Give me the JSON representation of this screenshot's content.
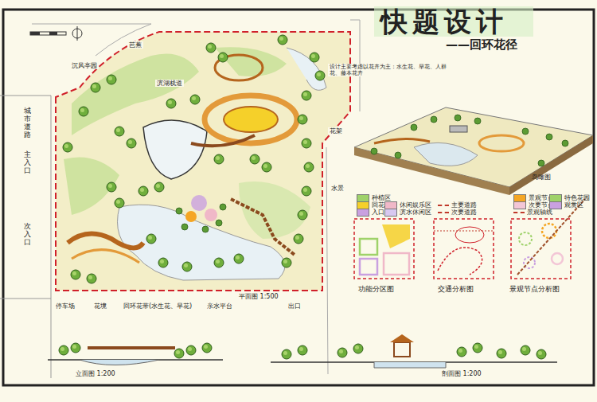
{
  "diagram": {
    "title": "快题设计",
    "labels": [
      "——回环花径",
      "沉风亭园",
      "芭蕉",
      "滨湖栈道",
      "设计主要考虑以花卉为主：水生花、旱花、人群花、藤本花卉",
      "花架",
      "水景",
      "城市道路",
      "主入口",
      "次入口",
      "停车场",
      "花境",
      "回环花带(水生花、旱花)",
      "亲水平台",
      "平面图 1:500",
      "出口",
      "鸟瞰图",
      "功能分区图",
      "交通分析图",
      "景观节点分析图",
      "立面图 1:200",
      "剖面图 1:200"
    ],
    "legend": [
      {
        "text": "回花区",
        "color": "#f5d02a"
      },
      {
        "text": "休闲娱乐区",
        "color": "#f0b8c8"
      },
      {
        "text": "入口区",
        "color": "#c9a0e0"
      },
      {
        "text": "滨水休闲区",
        "color": "#d8c8f0"
      },
      {
        "text": "种植区",
        "color": "#9fd26a"
      },
      {
        "text": "主要道路"
      },
      {
        "text": "次要道路"
      },
      {
        "text": "景观节点",
        "color": "#f5a623"
      },
      {
        "text": "特色花园",
        "color": "#9fd26a"
      },
      {
        "text": "次要节点",
        "color": "#f3c6d6"
      },
      {
        "text": "观赏区",
        "color": "#c9a0e0"
      },
      {
        "text": "景观轴线"
      }
    ]
  }
}
